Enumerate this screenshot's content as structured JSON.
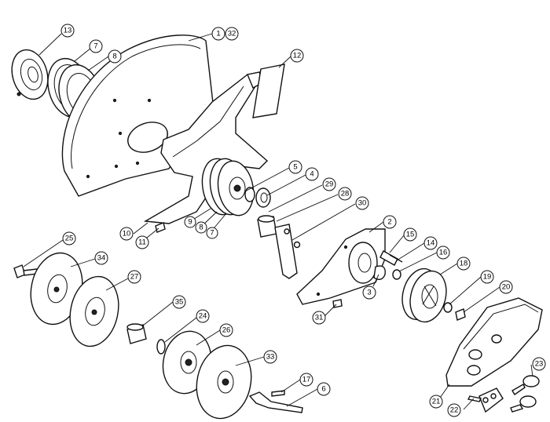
{
  "callouts": [
    {
      "id": "c13",
      "label": "13"
    },
    {
      "id": "c7a",
      "label": "7"
    },
    {
      "id": "c8a",
      "label": "8"
    },
    {
      "id": "c1",
      "label": "1"
    },
    {
      "id": "c32",
      "label": "32"
    },
    {
      "id": "c12",
      "label": "12"
    },
    {
      "id": "c5",
      "label": "5"
    },
    {
      "id": "c4",
      "label": "4"
    },
    {
      "id": "c29",
      "label": "29"
    },
    {
      "id": "c28",
      "label": "28"
    },
    {
      "id": "c30",
      "label": "30"
    },
    {
      "id": "c2",
      "label": "2"
    },
    {
      "id": "c15",
      "label": "15"
    },
    {
      "id": "c14",
      "label": "14"
    },
    {
      "id": "c16",
      "label": "16"
    },
    {
      "id": "c18",
      "label": "18"
    },
    {
      "id": "c19",
      "label": "19"
    },
    {
      "id": "c20",
      "label": "20"
    },
    {
      "id": "c3",
      "label": "3"
    },
    {
      "id": "c31",
      "label": "31"
    },
    {
      "id": "c10",
      "label": "10"
    },
    {
      "id": "c11",
      "label": "11"
    },
    {
      "id": "c9",
      "label": "9"
    },
    {
      "id": "c8b",
      "label": "8"
    },
    {
      "id": "c7b",
      "label": "7"
    },
    {
      "id": "c25",
      "label": "25"
    },
    {
      "id": "c34",
      "label": "34"
    },
    {
      "id": "c27",
      "label": "27"
    },
    {
      "id": "c35",
      "label": "35"
    },
    {
      "id": "c24",
      "label": "24"
    },
    {
      "id": "c26",
      "label": "26"
    },
    {
      "id": "c33",
      "label": "33"
    },
    {
      "id": "c17",
      "label": "17"
    },
    {
      "id": "c6",
      "label": "6"
    },
    {
      "id": "c23",
      "label": "23"
    },
    {
      "id": "c21",
      "label": "21"
    },
    {
      "id": "c22",
      "label": "22"
    }
  ]
}
